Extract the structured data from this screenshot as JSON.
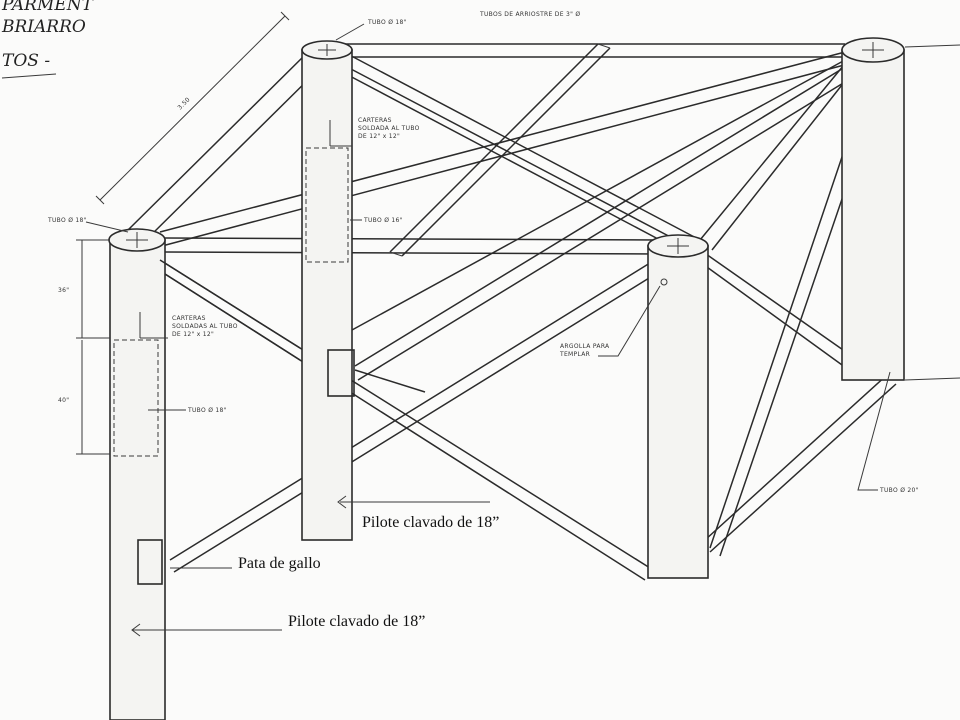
{
  "handwritten_notes": [
    "PARMENT",
    "BRIARRO",
    "TOS -"
  ],
  "labels": {
    "tubos_arriostre": "TUBOS DE ARRIOSTRE DE 3\" Ø",
    "tubo_top": "TUBO Ø 18\"",
    "tubo_left": "TUBO Ø 18\"",
    "carteras_top": [
      "CARTERAS",
      "SOLDADA AL TUBO",
      "DE 12\" x 12\""
    ],
    "tubo_mid": "TUBO Ø 16\"",
    "carteras_left": [
      "CARTERAS",
      "SOLDADAS AL TUBO",
      "DE 12\" x 12\""
    ],
    "tubo_left_low": "TUBO Ø 18\"",
    "argolla": [
      "ARGOLLA PARA",
      "TEMPLAR"
    ],
    "tubo_right": "TUBO Ø 20\"",
    "dim_diag": "3.50",
    "dim_36": "36\"",
    "dim_40": "40\""
  },
  "callouts": {
    "pilote_1": "Pilote clavado de 18”",
    "pata": "Pata de gallo",
    "pilote_2": "Pilote clavado de 18”"
  }
}
